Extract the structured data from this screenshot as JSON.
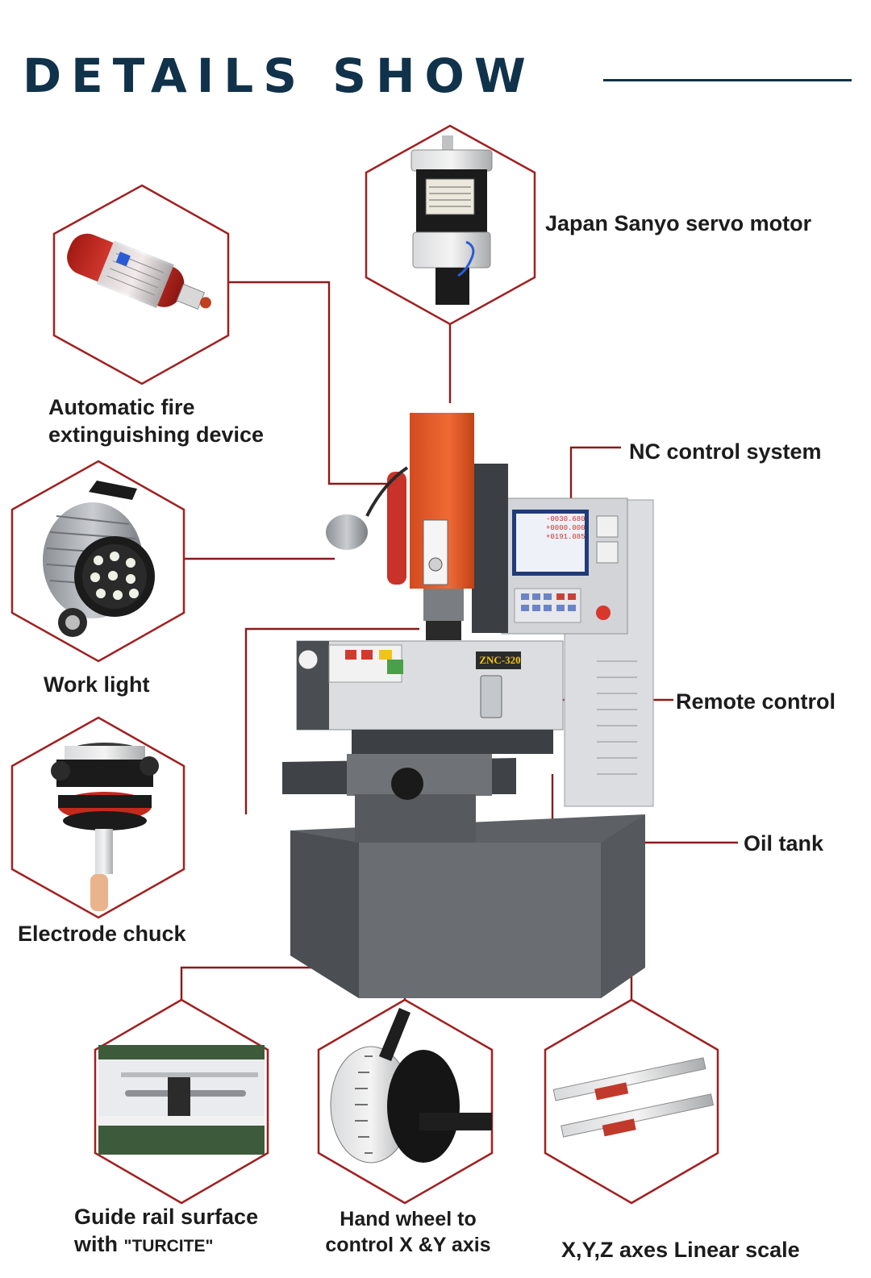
{
  "header": {
    "title": "DETAILS SHOW"
  },
  "parts": {
    "servo_motor": "Japan Sanyo servo motor",
    "fire_extinguisher_line1": "Automatic fire",
    "fire_extinguisher_line2": "extinguishing device",
    "nc_control": "NC control system",
    "work_light": "Work light",
    "remote_control": "Remote control",
    "electrode_chuck": "Electrode chuck",
    "oil_tank": "Oil tank",
    "guide_rail_line1": "Guide rail surface",
    "guide_rail_line2_prefix": "with ",
    "guide_rail_line2_small": "\"TURCITE\"",
    "hand_wheel_line1": "Hand wheel to",
    "hand_wheel_line2": "control X &Y axis",
    "linear_scale": "X,Y,Z axes Linear scale"
  },
  "machine": {
    "model_plate": "ZNC-320",
    "readout_x": "-0030.680",
    "readout_y": "+0000.000",
    "readout_z": "+0191.085"
  },
  "colors": {
    "title": "#10324a",
    "leader_line": "#8b1a1a",
    "hex_border": "#a02020",
    "machine_orange": "#e85a2a"
  }
}
